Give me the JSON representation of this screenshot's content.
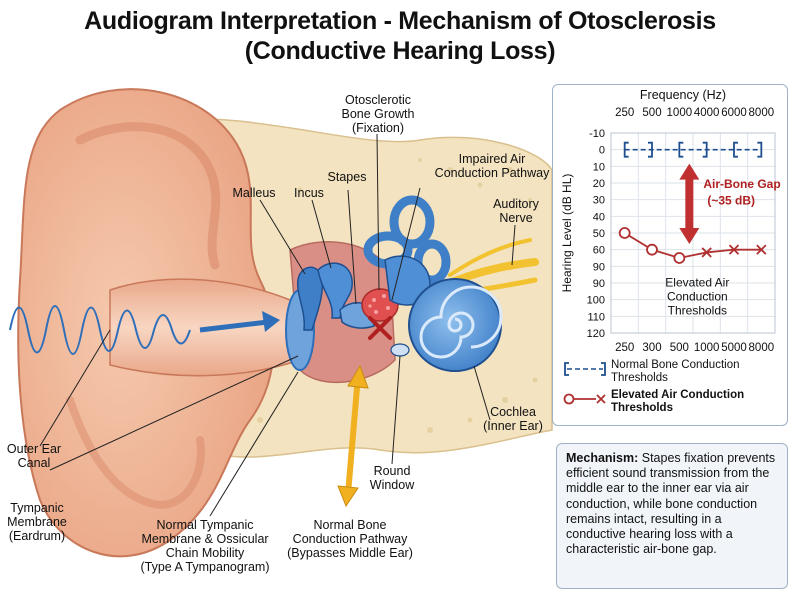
{
  "title": {
    "line1": "Audiogram Interpretation - Mechanism of Otosclerosis",
    "line2": "(Conductive Hearing Loss)"
  },
  "colors": {
    "skin": "#f0b79a",
    "skin_dark": "#d9896a",
    "canal": "#f6cdb4",
    "bone": "#f3e3c0",
    "middle_ear": "#d98f86",
    "ossicle_blue": "#3f7fc8",
    "cochlea_blue": "#4f8fd6",
    "otosclerosis_red": "#e05050",
    "nerve_yellow": "#f2c230",
    "arrow_blue": "#2f6fb9",
    "arrow_yellow": "#f0b020",
    "air_red": "#b03030",
    "bone_line_blue": "#1f4f8f"
  },
  "labels": {
    "otosclerotic": [
      "Otosclerotic",
      "Bone Growth",
      "(Fixation)"
    ],
    "impaired_air": [
      "Impaired Air",
      "Conduction Pathway"
    ],
    "malleus": [
      "Malleus"
    ],
    "incus": [
      "Incus"
    ],
    "stapes": [
      "Stapes"
    ],
    "auditory_nerve": [
      "Auditory",
      "Nerve"
    ],
    "outer_ear_canal": [
      "Outer Ear",
      "Canal"
    ],
    "tympanic_membrane": [
      "Tympanic",
      "Membrane",
      "(Eardrum)"
    ],
    "normal_tympanic": [
      "Normal Tympanic",
      "Membrane & Ossicular",
      "Chain Mobility",
      "(Type A Tympanogram)"
    ],
    "normal_bone_path": [
      "Normal Bone",
      "Conduction Pathway",
      "(Bypasses Middle Ear)"
    ],
    "round_window": [
      "Round",
      "Window"
    ],
    "cochlea": [
      "Cochlea",
      "(Inner Ear)"
    ]
  },
  "chart_data": {
    "type": "line",
    "title": "Frequency (Hz)",
    "top_ticks": [
      "250",
      "500",
      "1000",
      "4000",
      "6000",
      "8000"
    ],
    "bottom_ticks": [
      "250",
      "300",
      "500",
      "1000",
      "5000",
      "8000"
    ],
    "ylabel": "Hearing Level (dB HL)",
    "y_ticks": [
      "-10",
      "0",
      "10",
      "20",
      "30",
      "40",
      "50",
      "60",
      "90",
      "90",
      "100",
      "110",
      "120"
    ],
    "ylim": [
      -10,
      120
    ],
    "y_reversed": true,
    "grid": true,
    "series": [
      {
        "name": "Normal Bone Conduction Thresholds",
        "marker": "bracket",
        "values": [
          0,
          0,
          0,
          0,
          0,
          0
        ]
      },
      {
        "name": "Elevated Air Conduction Thresholds",
        "marker": "circle-x",
        "values": [
          50,
          60,
          75,
          65,
          60,
          60
        ]
      }
    ],
    "annotations": {
      "gap_line1": "Air-Bone Gap",
      "gap_line2": "(~35 dB)",
      "elevated_line1": "Elevated Air",
      "elevated_line2": "Conduction",
      "elevated_line3": "Thresholds"
    },
    "legend": {
      "placement": "bottom",
      "bone_line1": "Normal Bone Conduction",
      "bone_line2": "Thresholds",
      "air_line1": "Elevated Air Conduction",
      "air_line2": "Thresholds"
    }
  },
  "mechanism": {
    "heading": "Mechanism:",
    "text": "Stapes fixation prevents efficient sound transmission from the middle ear to the inner ear via air conduction, while bone conduction remains intact, resulting in a conductive hearing loss with a characteristic air-bone gap."
  }
}
